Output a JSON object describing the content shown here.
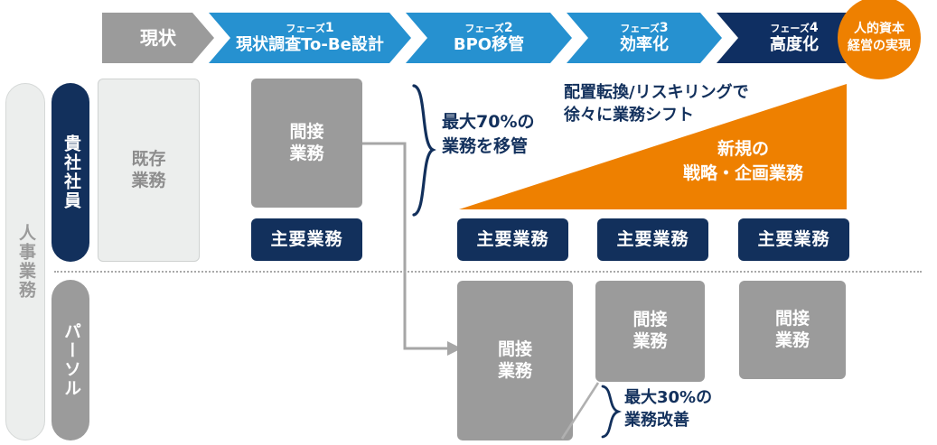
{
  "theme": {
    "navy": "#12305c",
    "blue": "#2691d0",
    "blue_dark": "#0f2f62",
    "gray": "#9b9b9b",
    "light_gray": "#eceeed",
    "orange": "#ee8000",
    "white": "#ffffff"
  },
  "rails": {
    "outer_label": "人事業務",
    "inner_top_label": "貴社社員",
    "inner_bottom_label": "パーソル"
  },
  "phases": [
    {
      "kicker": "",
      "number": "",
      "title": "現状",
      "color": "#9b9b9b"
    },
    {
      "kicker": "フェーズ",
      "number": "1",
      "title": "現状調査To-Be設計",
      "color": "#2691d0"
    },
    {
      "kicker": "フェーズ",
      "number": "2",
      "title": "BPO移管",
      "color": "#2691d0"
    },
    {
      "kicker": "フェーズ",
      "number": "3",
      "title": "効率化",
      "color": "#2691d0"
    },
    {
      "kicker": "フェーズ",
      "number": "4",
      "title": "高度化",
      "color": "#0f2f62"
    }
  ],
  "goal": {
    "line1": "人的資本",
    "line2": "経営の実現"
  },
  "top_row": {
    "existing": "既存\n業務",
    "indirect_phase1": "間接\n業務",
    "core_phase1": "主要業務",
    "core_phase2": "主要業務",
    "core_phase3": "主要業務",
    "core_phase4": "主要業務"
  },
  "bottom_row": {
    "indirect_phase2": "間接\n業務",
    "indirect_phase3": "間接\n業務",
    "indirect_phase4": "間接\n業務"
  },
  "triangle": {
    "label": "新規の\n戦略・企画業務"
  },
  "annotations": {
    "transfer_70": "最大70%の\n業務を移管",
    "shift": "配置転換/リスキリングで\n徐々に業務シフト",
    "improve_30": "最大30%の\n業務改善"
  }
}
